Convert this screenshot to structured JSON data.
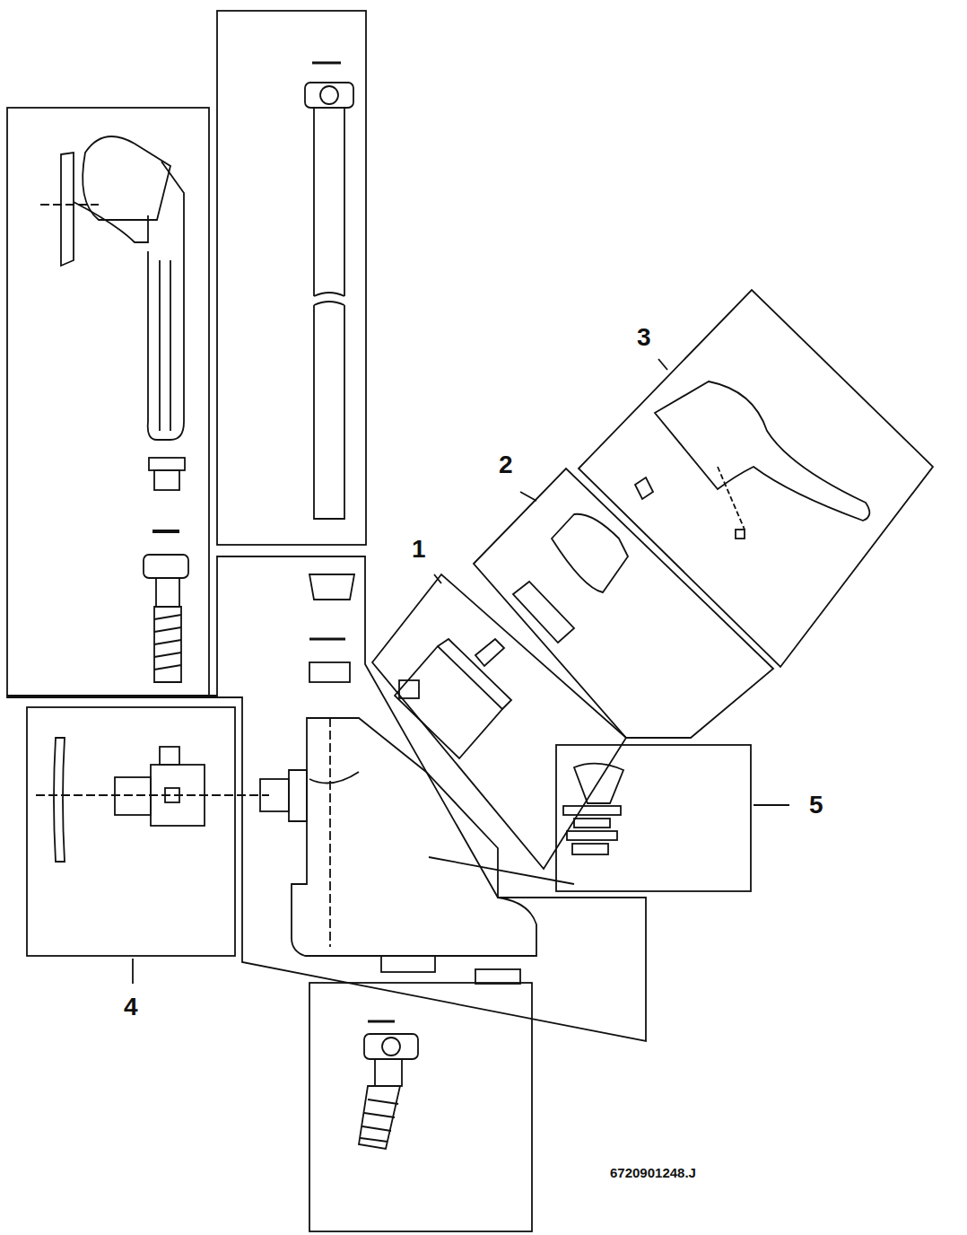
{
  "diagram": {
    "labels": [
      "3",
      "2",
      "1",
      "5",
      "4",
      "6720901248.J"
    ]
  }
}
